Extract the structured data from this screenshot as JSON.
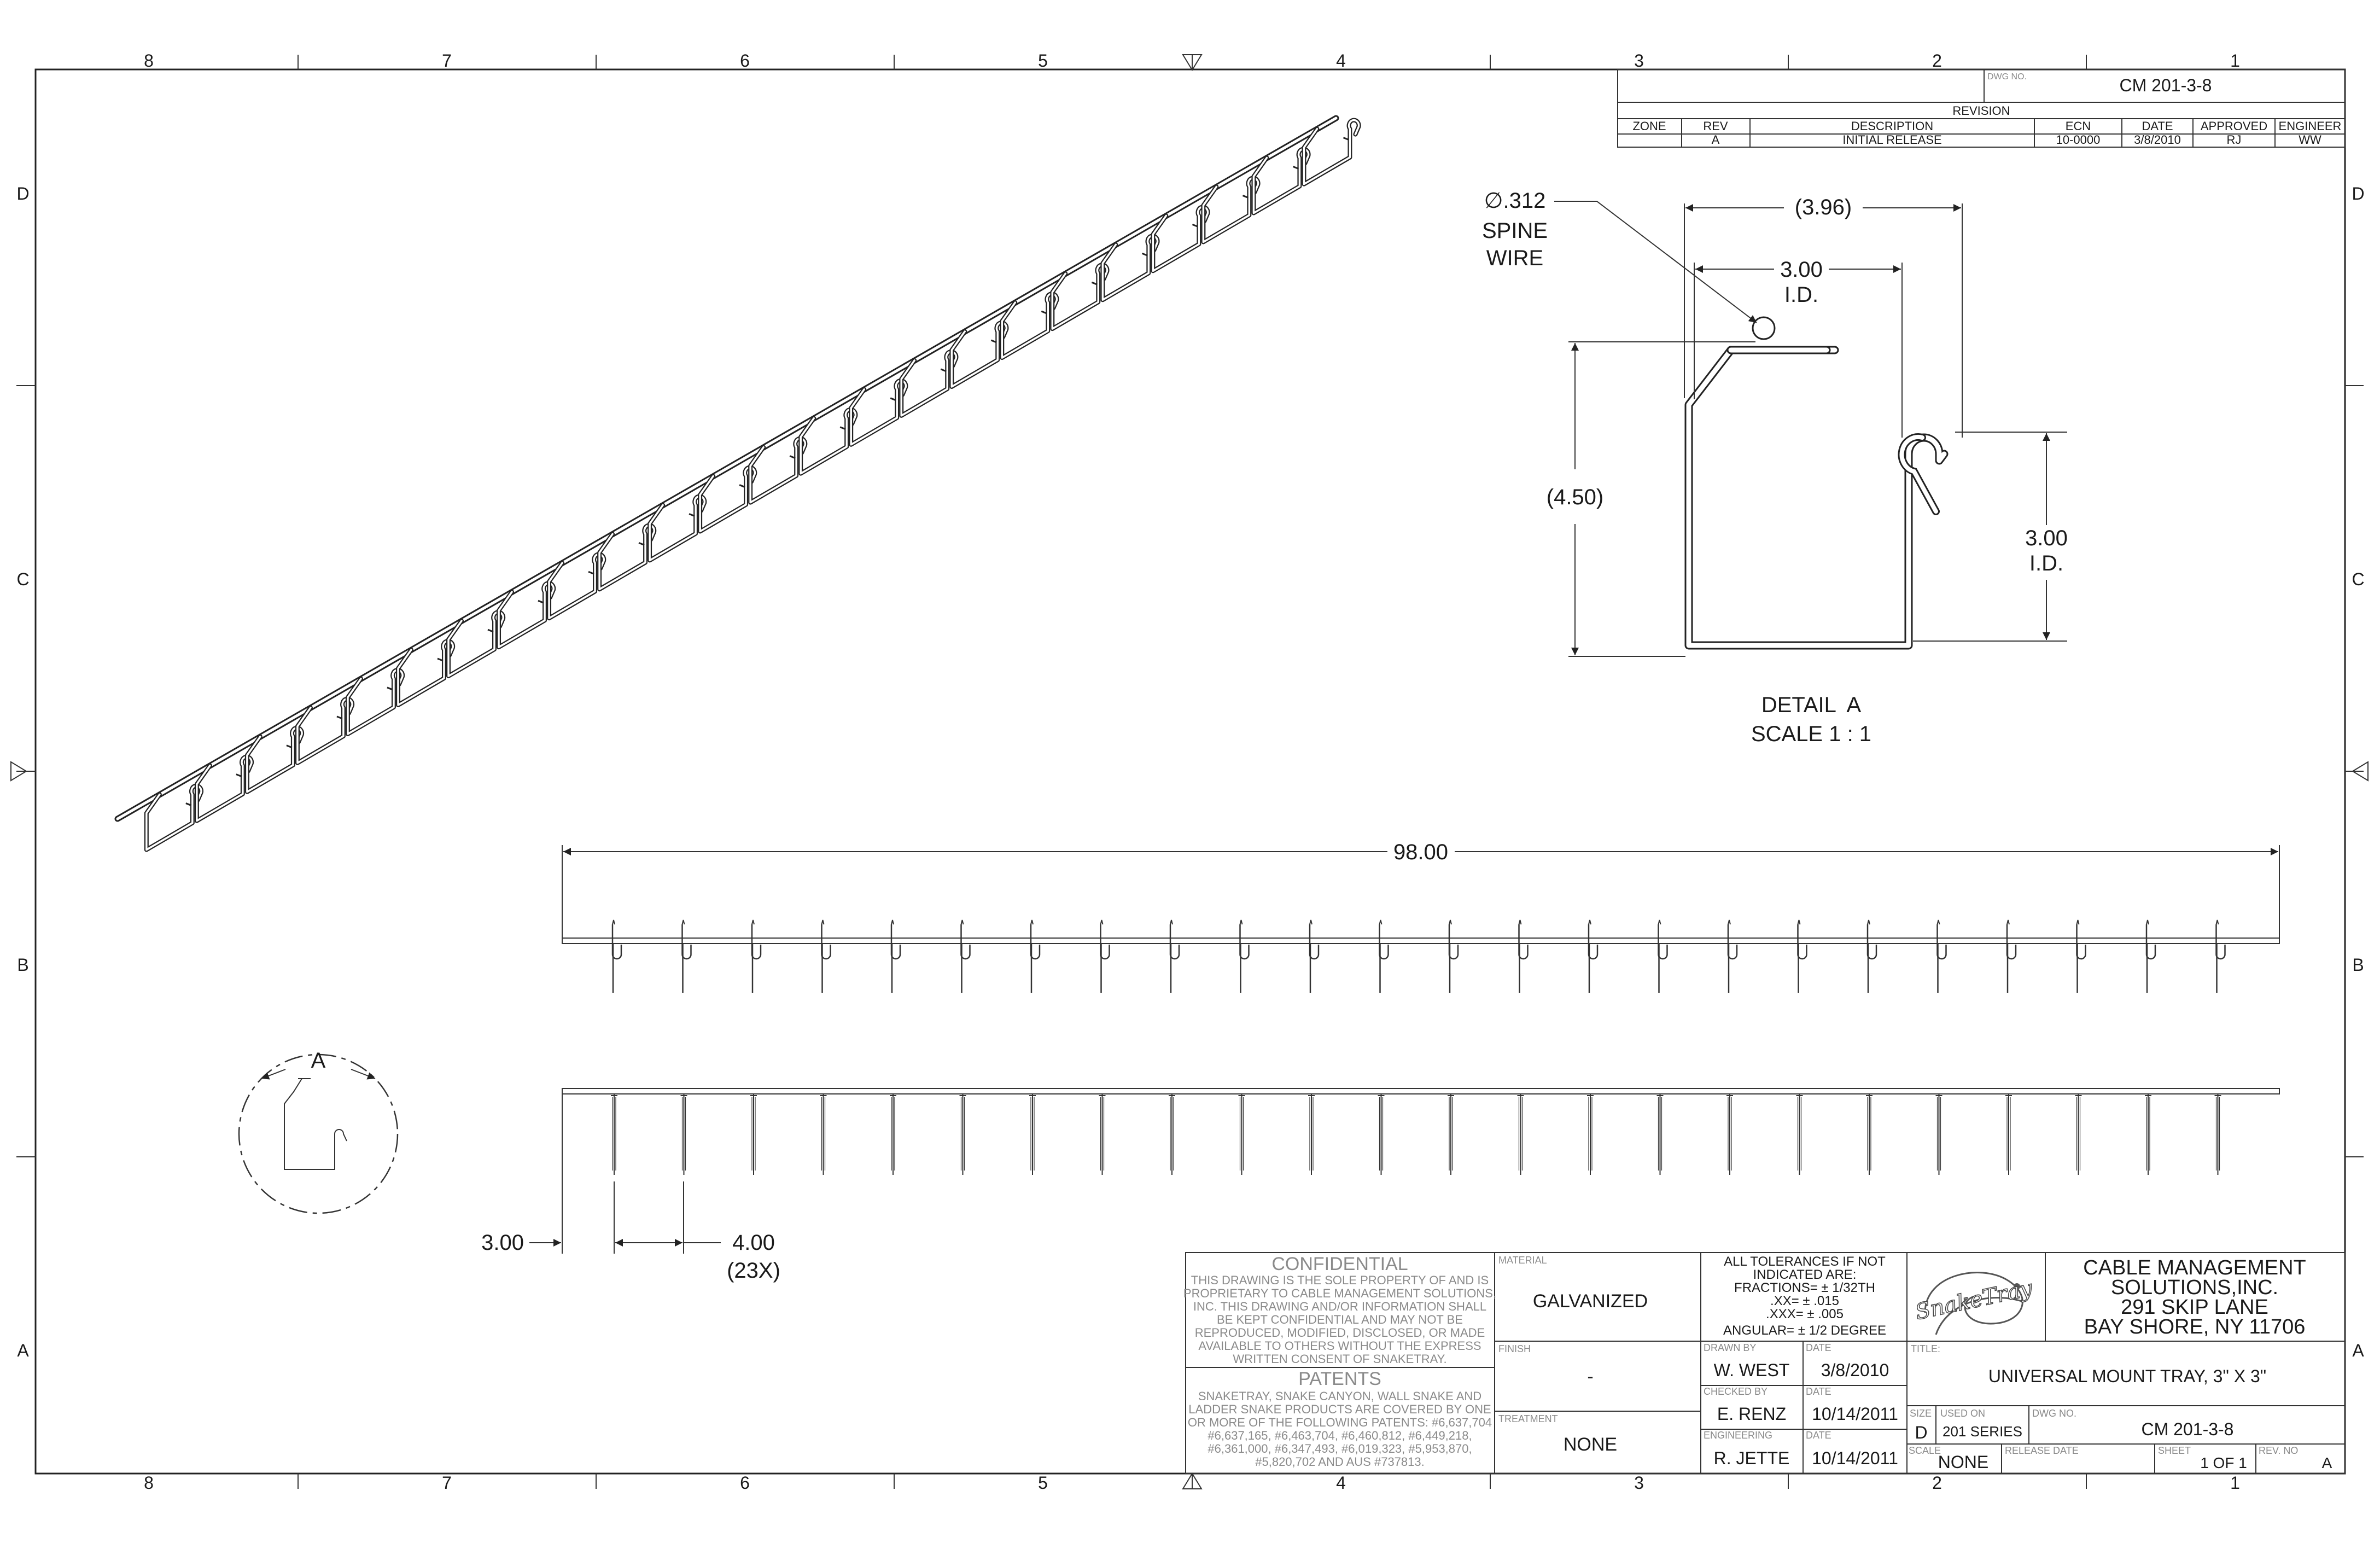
{
  "border": {
    "columns": [
      "8",
      "7",
      "6",
      "5",
      "4",
      "3",
      "2",
      "1"
    ],
    "rows": [
      "D",
      "C",
      "B",
      "A"
    ]
  },
  "revision_block": {
    "dwg_no_label": "DWG NO.",
    "dwg_no": "CM 201-3-8",
    "heading": "REVISION",
    "headers": [
      "ZONE",
      "REV",
      "DESCRIPTION",
      "ECN",
      "DATE",
      "APPROVED",
      "ENGINEER"
    ],
    "row": [
      "",
      "A",
      "INITIAL RELEASE",
      "10-0000",
      "3/8/2010",
      "RJ",
      "WW"
    ]
  },
  "detail_a": {
    "spine_dia": "∅.312",
    "spine_label_1": "SPINE",
    "spine_label_2": "WIRE",
    "overall_width": "(3.96)",
    "inner_width": "3.00",
    "inner_width_note": "I.D.",
    "overall_height": "(4.50)",
    "inner_height": "3.00",
    "inner_height_note": "I.D.",
    "title": "DETAIL  A",
    "scale": "SCALE 1 : 1"
  },
  "views": {
    "overall_length": "98.00",
    "end_offset": "3.00",
    "pitch": "4.00",
    "pitch_count": "(23X)",
    "callout_letter": "A",
    "rung_count": 24
  },
  "title_block": {
    "confidential_heading": "CONFIDENTIAL",
    "confidential_lines": [
      "THIS DRAWING IS THE SOLE PROPERTY OF AND IS",
      "PROPRIETARY TO CABLE MANAGEMENT SOLUTIONS,",
      "INC. THIS DRAWING AND/OR INFORMATION SHALL",
      "BE KEPT CONFIDENTIAL AND MAY NOT BE",
      "REPRODUCED, MODIFIED, DISCLOSED, OR MADE",
      "AVAILABLE TO OTHERS WITHOUT THE EXPRESS",
      "WRITTEN CONSENT OF SNAKETRAY."
    ],
    "patents_heading": "PATENTS",
    "patents_lines": [
      "SNAKETRAY, SNAKE CANYON, WALL SNAKE AND",
      "LADDER SNAKE PRODUCTS ARE COVERED BY ONE",
      "OR MORE OF THE FOLLOWING PATENTS: #6,637,704",
      "#6,637,165, #6,463,704, #6,460,812, #6,449,218,",
      "#6,361,000, #6,347,493, #6,019,323, #5,953,870,",
      "#5,820,702 AND AUS #737813."
    ],
    "material_label": "MATERIAL",
    "material": "GALVANIZED",
    "finish_label": "FINISH",
    "finish": "-",
    "treatment_label": "TREATMENT",
    "treatment": "NONE",
    "tolerance_lines": [
      "ALL TOLERANCES IF NOT",
      "INDICATED ARE:",
      "FRACTIONS= ± 1/32TH",
      ".XX= ± .015",
      ".XXX= ± .005",
      "ANGULAR= ± 1/2 DEGREE"
    ],
    "drawn_by_label": "DRAWN BY",
    "drawn_by": "W. WEST",
    "drawn_date_label": "DATE",
    "drawn_date": "3/8/2010",
    "checked_by_label": "CHECKED BY",
    "checked_by": "E. RENZ",
    "checked_date_label": "DATE",
    "checked_date": "10/14/2011",
    "engineering_label": "ENGINEERING",
    "engineering": "R. JETTE",
    "engineering_date_label": "DATE",
    "engineering_date": "10/14/2011",
    "logo_text": "SnakeTray",
    "company_lines": [
      "CABLE MANAGEMENT",
      "SOLUTIONS,INC.",
      "291 SKIP LANE",
      "BAY SHORE, NY 11706"
    ],
    "title_label": "TITLE:",
    "title": "UNIVERSAL MOUNT TRAY, 3\" X 3\"",
    "size_label": "SIZE",
    "size": "D",
    "used_on_label": "USED ON",
    "used_on": "201 SERIES",
    "dwg_no_label": "DWG NO.",
    "dwg_no": "CM 201-3-8",
    "scale_label": "SCALE",
    "scale": "NONE",
    "release_date_label": "RELEASE DATE",
    "release_date": "",
    "sheet_label": "SHEET",
    "sheet": "1 OF 1",
    "rev_no_label": "REV. NO",
    "rev_no": "A"
  }
}
